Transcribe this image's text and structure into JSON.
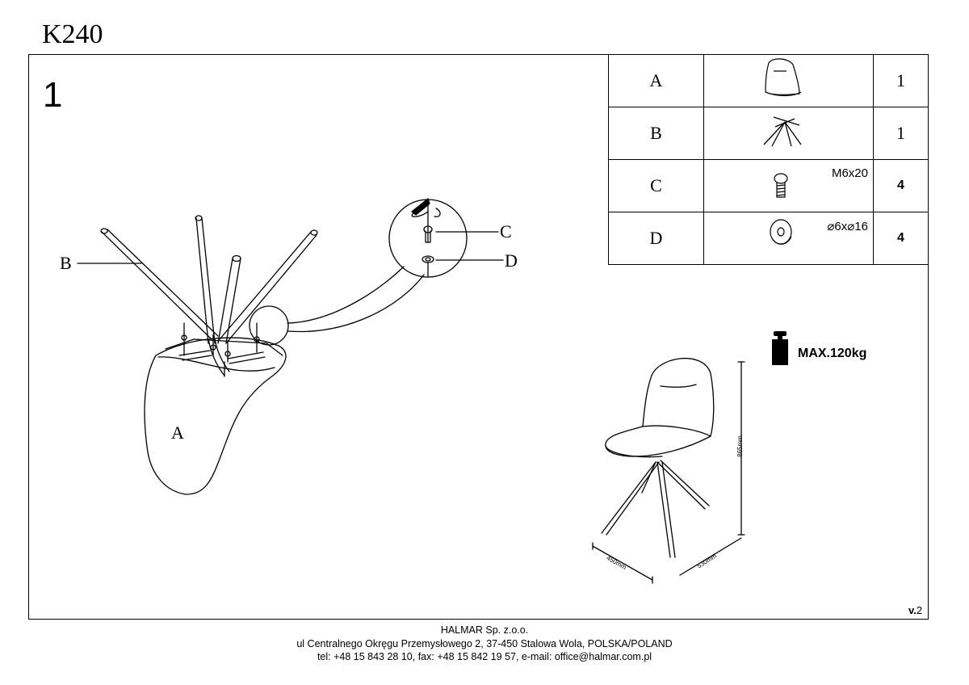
{
  "model": "K240",
  "step": "1",
  "parts": [
    {
      "letter": "A",
      "icon": "seat-shell-icon",
      "spec": "",
      "qty": "1"
    },
    {
      "letter": "B",
      "icon": "leg-frame-icon",
      "spec": "",
      "qty": "1"
    },
    {
      "letter": "C",
      "icon": "bolt-icon",
      "spec": "M6x20",
      "qty": "4"
    },
    {
      "letter": "D",
      "icon": "washer-icon",
      "spec": "⌀6x⌀16",
      "qty": "4"
    }
  ],
  "callouts": {
    "a": "A",
    "b": "B",
    "c": "C",
    "d": "D"
  },
  "max_load": "MAX.120kg",
  "dimensions": {
    "height": "865mm",
    "width": "450mm",
    "depth": "530mm"
  },
  "version": {
    "prefix": "v.",
    "number": "2"
  },
  "footer": {
    "company": "HALMAR Sp. z.o.o.",
    "address": "ul Centralnego Okręgu Przemysłowego 2, 37-450 Stalowa Wola, POLSKA/POLAND",
    "contact": "tel: +48 15 843 28 10, fax: +48 15 842 19 57, e-mail: office@halmar.com.pl"
  }
}
